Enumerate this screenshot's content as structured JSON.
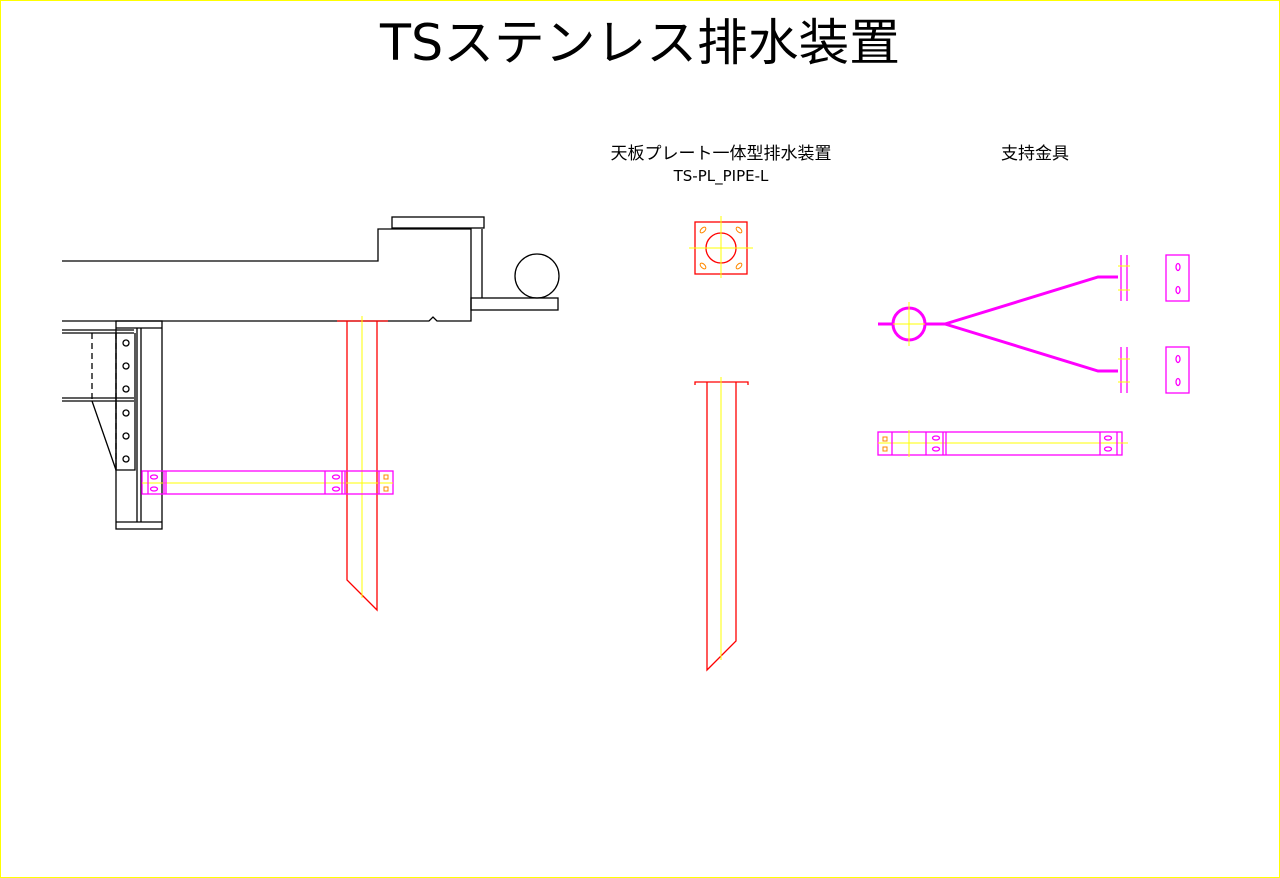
{
  "title": "TSステンレス排水装置",
  "middle": {
    "label": "天板プレート一体型排水装置",
    "model": "TS-PL_PIPE-L"
  },
  "right": {
    "label": "支持金具"
  },
  "colors": {
    "structure": "#000000",
    "drain": "#ff0000",
    "bracket": "#ff00ff",
    "centerline": "#ffff00",
    "border": "#ffff00"
  }
}
